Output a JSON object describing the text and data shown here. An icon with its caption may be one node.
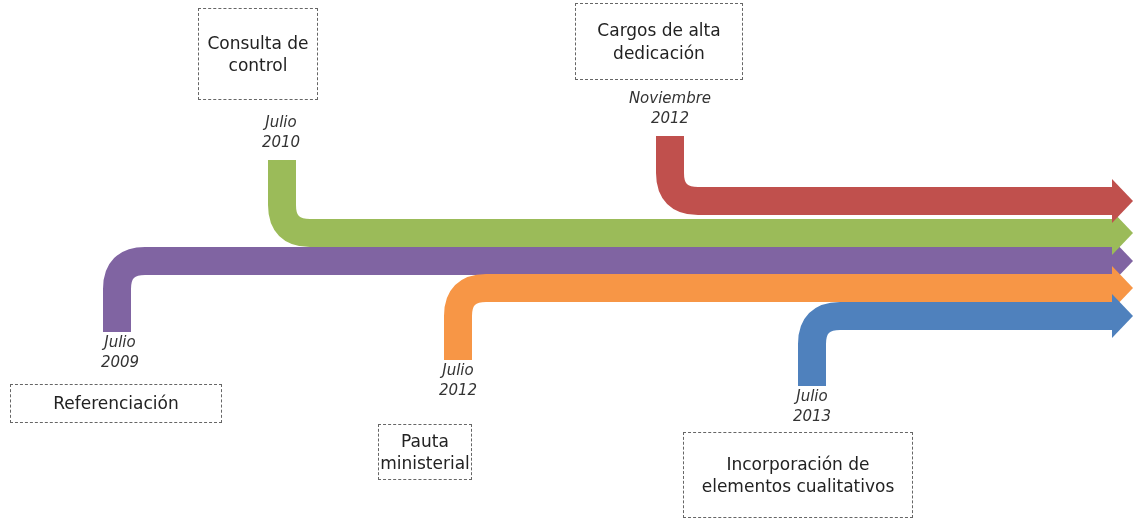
{
  "diagram": {
    "nodes": [
      {
        "text": [
          "Consulta de control"
        ],
        "beside": [
          "Julio 2010"
        ]
      },
      {
        "text": [
          "Cargos de alta dedicación"
        ],
        "beside": [
          "Noviembre 2012"
        ]
      },
      {
        "text": [
          "Referenciación"
        ],
        "beside": [
          "Julio 2009"
        ]
      },
      {
        "text": [
          "Pauta ministerial"
        ],
        "beside": [
          "Julio 2012"
        ]
      },
      {
        "text": [
          "Incorporación de elementos cualitativos"
        ],
        "beside": [
          "Julio 2013"
        ]
      }
    ],
    "edges": [
      {
        "from": 2,
        "to": null,
        "arrow": "to",
        "color": "#8064a2"
      },
      {
        "from": 3,
        "to": null,
        "arrow": "to",
        "color": "#f79646"
      },
      {
        "from": 4,
        "to": null,
        "arrow": "to",
        "color": "#4f81bd"
      },
      {
        "from": 0,
        "to": null,
        "arrow": "to",
        "color": "#9bbb59"
      },
      {
        "from": 1,
        "to": null,
        "arrow": "to",
        "color": "#c0504d"
      }
    ]
  }
}
